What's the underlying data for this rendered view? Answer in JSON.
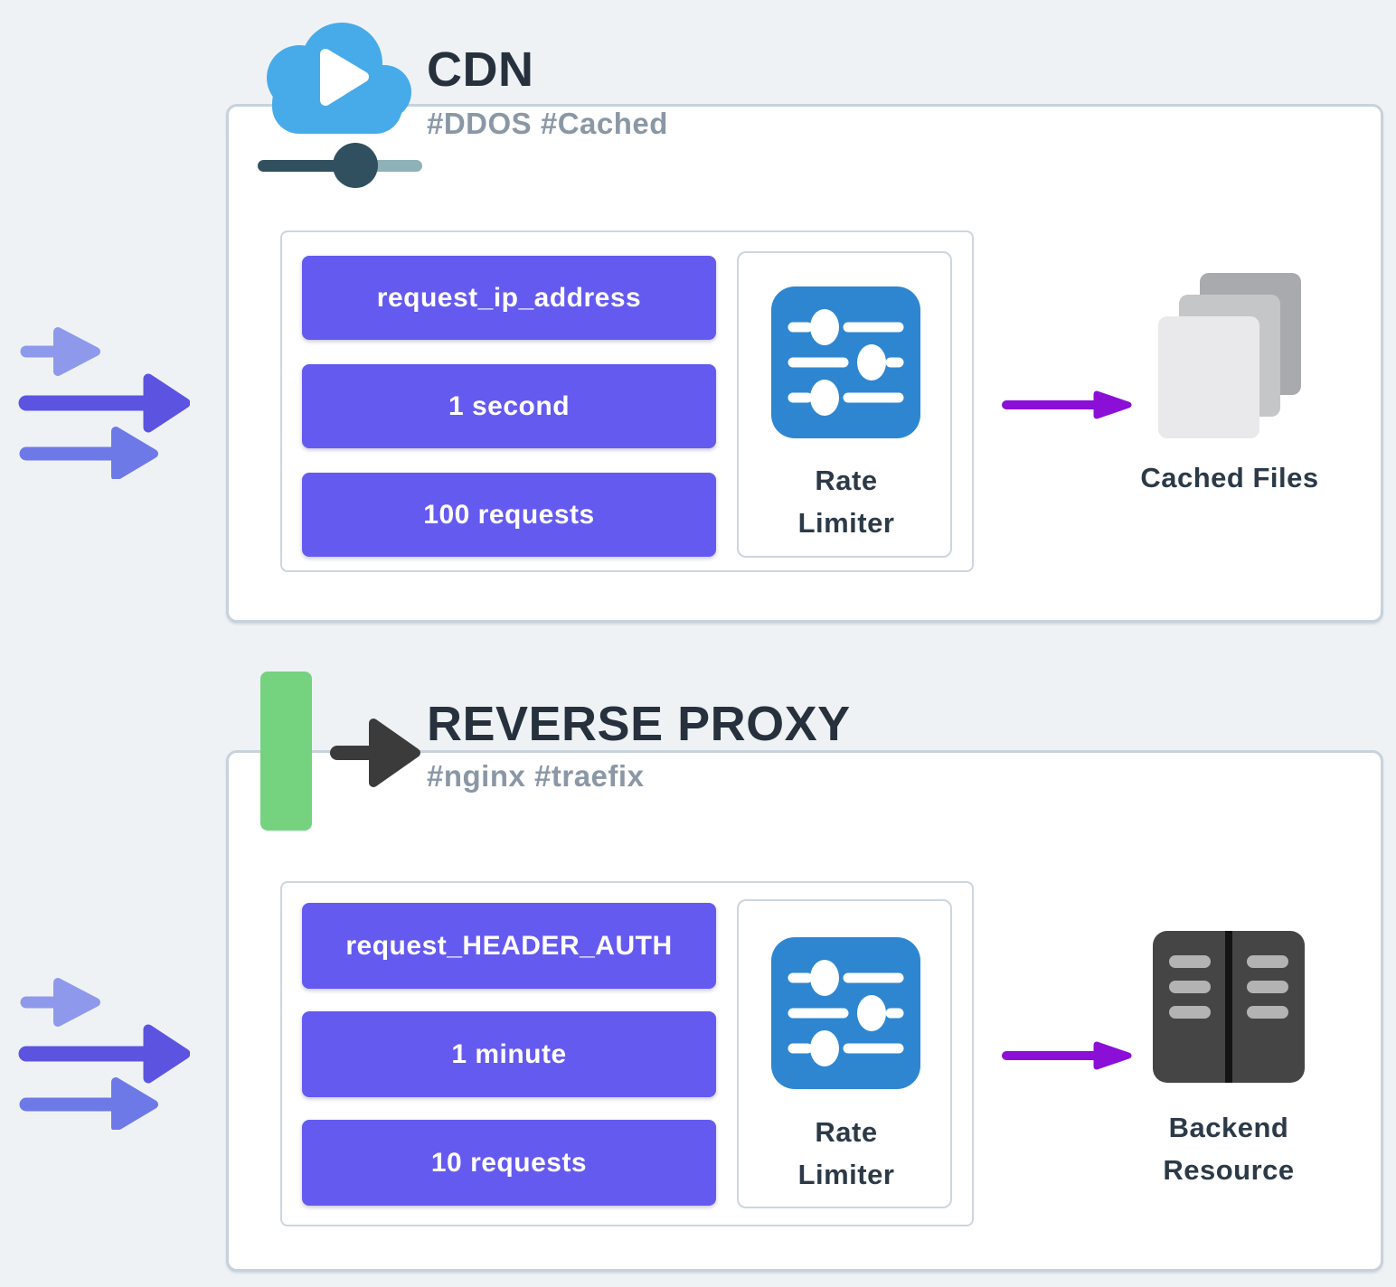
{
  "cdn": {
    "title": "CDN",
    "tags": "#DDOS #Cached",
    "params": [
      "request_ip_address",
      "1 second",
      "100 requests"
    ],
    "rate_limiter_label": "Rate Limiter",
    "output_label": "Cached Files"
  },
  "proxy": {
    "title": "REVERSE PROXY",
    "tags": "#nginx #traefix",
    "params": [
      "request_HEADER_AUTH",
      "1 minute",
      "10 requests"
    ],
    "rate_limiter_label": "Rate Limiter",
    "output_label": "Backend Resource"
  },
  "icons": {
    "cdn_icon": "cloud-play-icon",
    "proxy_icon": "green-bar-arrow-icon",
    "incoming_traffic": "triple-arrows-icon",
    "rate_limiter": "sliders-icon",
    "cdn_output": "stacked-files-icon",
    "proxy_output": "server-icon",
    "flow": "arrow-right-icon"
  },
  "colors": {
    "background": "#eff2f5",
    "chip_purple": "#655af0",
    "limiter_blue": "#2e86d1",
    "flow_arrow_purple": "#8b0fd6",
    "accent_green": "#75d37f",
    "cloud_blue": "#47abe9",
    "title_navy": "#27313d",
    "tag_gray": "#8a97a5",
    "slider_dark": "#31505f",
    "slider_light": "#8fb1b8",
    "incoming_arrow_light": "#8e99ec",
    "incoming_arrow_dark": "#5c54e0",
    "incoming_arrow_mid": "#6e79e8"
  }
}
